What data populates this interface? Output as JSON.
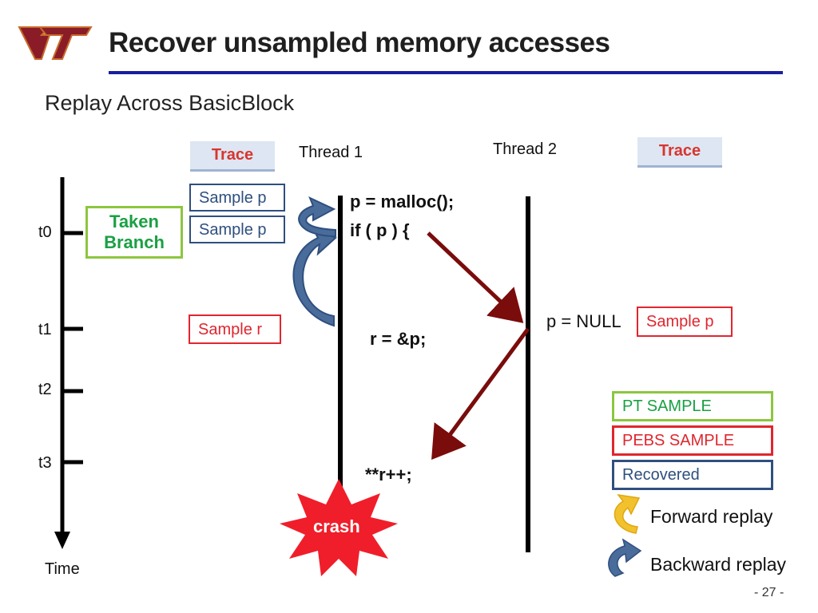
{
  "header": {
    "title": "Recover unsampled memory accesses",
    "subtitle": "Replay Across BasicBlock"
  },
  "threads": {
    "thread1": "Thread 1",
    "thread2": "Thread 2",
    "trace_label": "Trace"
  },
  "timeline": {
    "axis_label": "Time",
    "ticks": [
      "t0",
      "t1",
      "t2",
      "t3"
    ]
  },
  "samples": {
    "taken_branch": [
      "Taken",
      "Branch"
    ],
    "sample_p_1": "Sample p",
    "sample_p_2": "Sample p",
    "sample_r": "Sample r",
    "sample_p_thread2": "Sample p"
  },
  "code": {
    "line1": "p = malloc();",
    "line2": "if ( p ) {",
    "line3": "r = &p;",
    "line4": "**r++;",
    "thread2_line": "p = NULL"
  },
  "crash_label": "crash",
  "legend": {
    "pt_sample": "PT SAMPLE",
    "pebs_sample": "PEBS SAMPLE",
    "recovered": "Recovered",
    "forward_replay": "Forward replay",
    "backward_replay": "Backward replay"
  },
  "colors": {
    "pt": "#8cc63f",
    "pebs": "#e0262e",
    "recovered": "#2f4f7f",
    "arrow": "#7a0c0c",
    "crash": "#f01e2a",
    "forward": "#f2c12e",
    "backward": "#4a6c9b"
  },
  "page_number": "- 27 -"
}
